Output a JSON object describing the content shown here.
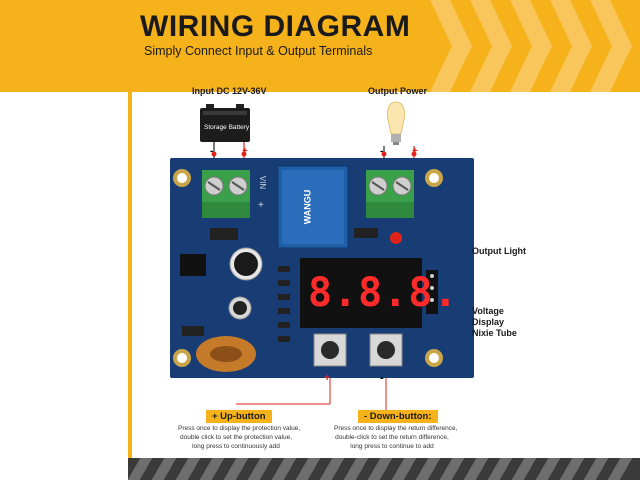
{
  "header": {
    "title": "WIRING  DIAGRAM",
    "subtitle": "Simply Connect Input & Output Terminals"
  },
  "input": {
    "label": "Input DC 12V-36V",
    "battery_label": "Storage Battery",
    "minus": "-",
    "plus": "+"
  },
  "output": {
    "label": "Output Power",
    "minus": "-",
    "plus": "+"
  },
  "board": {
    "display_digits": "8.8.8.",
    "relay_text": "WANGU",
    "vin_mark": "VIN",
    "plus_mark": "+"
  },
  "annotations": {
    "output_light": "Output Light",
    "voltage_display": "Voltage Display Nixie Tube"
  },
  "up_button": {
    "sign": "+",
    "label": "+ Up-button",
    "desc_lines": [
      "Press once to display the protection value,",
      "double click to set the protection value,",
      "long press to continuously add"
    ]
  },
  "down_button": {
    "sign": "-",
    "label": "- Down-button:",
    "desc_lines": [
      "Press once to display the return difference,",
      "double-click to set the return difference,",
      "long press to continue to add"
    ]
  },
  "colors": {
    "accent": "#f5b21b",
    "board": "#173d74",
    "wire_red": "#e2231a",
    "terminal_green": "#3aa14a",
    "display_red": "#ff2a2a"
  }
}
